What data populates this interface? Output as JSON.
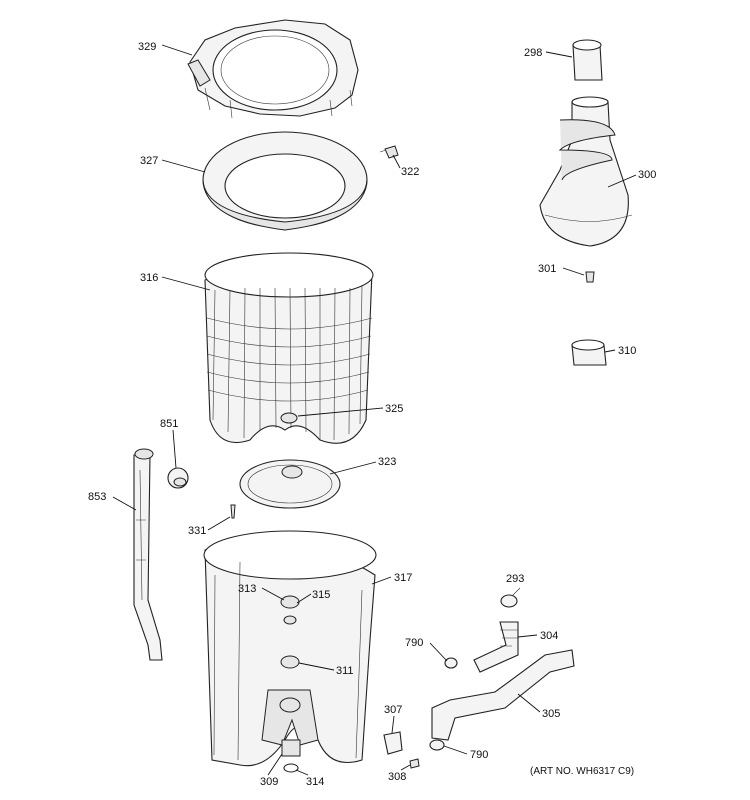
{
  "colors": {
    "line": "#111111",
    "part_fill": "#f4f4f4",
    "shade": "#e6e6e6",
    "background": "#ffffff"
  },
  "labels": {
    "p329": "329",
    "p327": "327",
    "p322": "322",
    "p316": "316",
    "p325": "325",
    "p851": "851",
    "p853": "853",
    "p323": "323",
    "p331": "331",
    "p317": "317",
    "p313": "313",
    "p315": "315",
    "p311": "311",
    "p309": "309",
    "p314": "314",
    "p298": "298",
    "p300": "300",
    "p301": "301",
    "p310": "310",
    "p293": "293",
    "p790a": "790",
    "p304": "304",
    "p305": "305",
    "p307": "307",
    "p790b": "790",
    "p308": "308"
  },
  "art_no": "(ART NO. WH6317 C9)"
}
